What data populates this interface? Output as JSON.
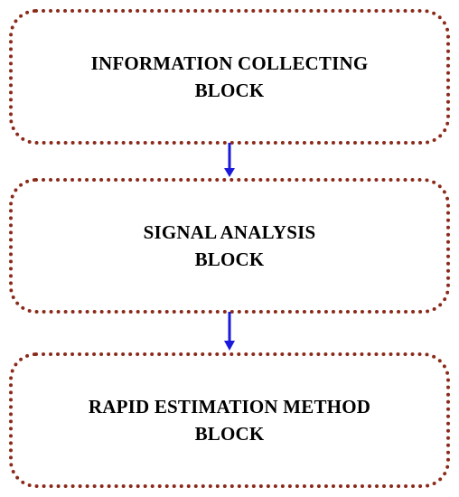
{
  "blocks": [
    {
      "line1": "INFORMATION COLLECTING",
      "line2": "BLOCK"
    },
    {
      "line1": "SIGNAL ANALYSIS",
      "line2": "BLOCK"
    },
    {
      "line1": "RAPID ESTIMATION METHOD",
      "line2": "BLOCK"
    }
  ],
  "colors": {
    "border": "#8b2a1a",
    "arrow": "#1a1adb",
    "text": "#000000"
  }
}
